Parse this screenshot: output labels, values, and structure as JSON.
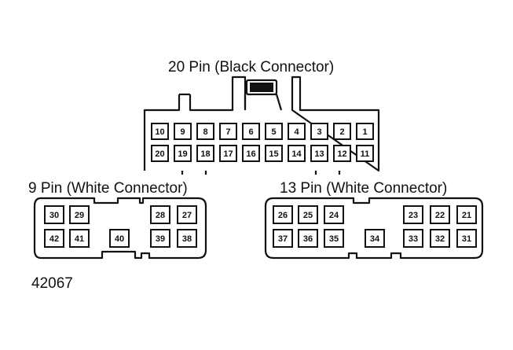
{
  "figure_id": "42067",
  "connectors": {
    "black20": {
      "title": "20 Pin (Black Connector)",
      "pins_top": [
        "10",
        "9",
        "8",
        "7",
        "6",
        "5",
        "4",
        "3",
        "2",
        "1"
      ],
      "pins_bottom": [
        "20",
        "19",
        "18",
        "17",
        "16",
        "15",
        "14",
        "13",
        "12",
        "11"
      ]
    },
    "white9": {
      "title": "9 Pin (White Connector)",
      "pins": [
        "30",
        "29",
        "28",
        "27",
        "42",
        "41",
        "40",
        "39",
        "38"
      ]
    },
    "white13": {
      "title": "13 Pin (White Connector)",
      "pins": [
        "26",
        "25",
        "24",
        "23",
        "22",
        "21",
        "37",
        "36",
        "35",
        "34",
        "33",
        "32",
        "31"
      ]
    }
  },
  "colors": {
    "line": "#111111",
    "background": "#ffffff"
  }
}
